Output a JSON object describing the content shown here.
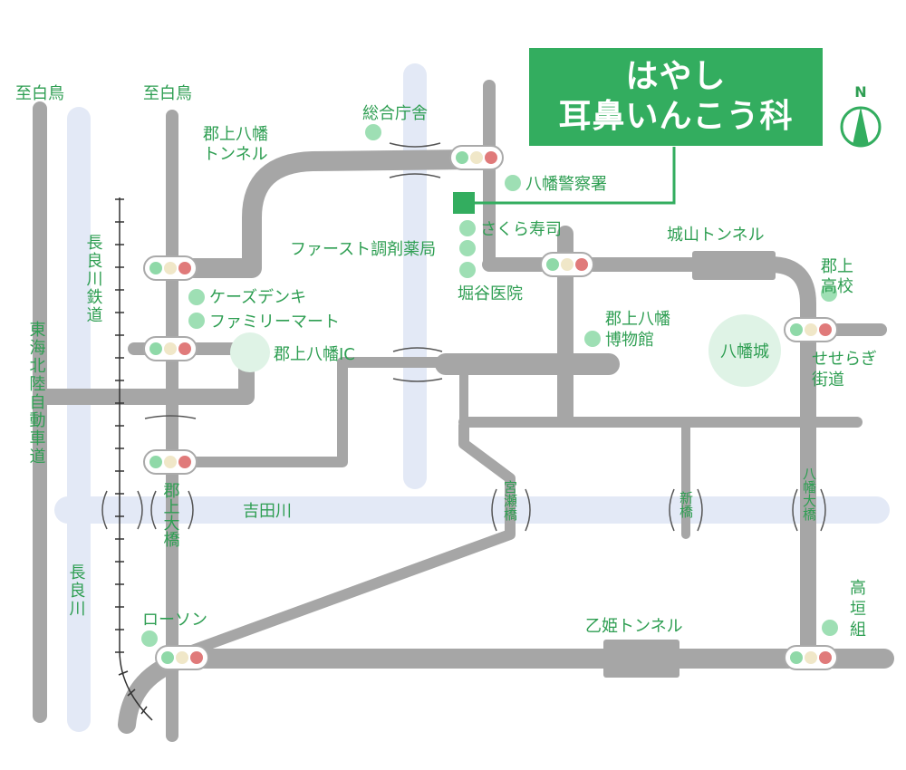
{
  "clinic": {
    "name_line1": "はやし",
    "name_line2": "耳鼻いんこう科"
  },
  "compass": {
    "label": "N"
  },
  "directions": {
    "left_outer": "至白鳥",
    "left_inner": "至白鳥"
  },
  "vertical_labels": {
    "expressway": "東海北陸自動車道",
    "railway": "長良川鉄道",
    "nagara_river": "長良川",
    "gujo_ohashi": "郡上大橋",
    "miyase_bashi": "宮瀬橋",
    "shin_bashi": "新橋",
    "hachiman_ohashi": "八幡大橋"
  },
  "tunnels": {
    "gujo_hachiman_tunnel_l1": "郡上八幡",
    "gujo_hachiman_tunnel_l2": "トンネル",
    "shiroyama_tunnel": "城山トンネル",
    "otohime_tunnel": "乙姫トンネル"
  },
  "landmarks": {
    "sogo_chosha": "総合庁舎",
    "police": "八幡警察署",
    "sakura_sushi": "さくら寿司",
    "first_pharmacy": "ファースト調剤薬局",
    "horiya_clinic": "堀谷医院",
    "ks_denki": "ケーズデンキ",
    "family_mart": "ファミリーマート",
    "gujo_ic": "郡上八幡IC",
    "museum_l1": "郡上八幡",
    "museum_l2": "博物館",
    "castle": "八幡城",
    "high_school_l1": "郡上",
    "high_school_l2": "高校",
    "seseragi_l1": "せせらぎ",
    "seseragi_l2": "街道",
    "lawson": "ローソン",
    "kogaki_l1": "高",
    "kogaki_l2": "垣",
    "kogaki_l3": "組"
  },
  "rivers": {
    "yoshida": "吉田川"
  },
  "colors": {
    "road": "#a6a6a6",
    "river": "#e3e9f6",
    "label_green": "#2e9e52",
    "clinic_green": "#33ad5f",
    "landmark_dot": "#9edfb4",
    "light_green": "#8fd9a8",
    "light_yellow": "#f0e7c8",
    "light_red": "#e07a7a"
  }
}
